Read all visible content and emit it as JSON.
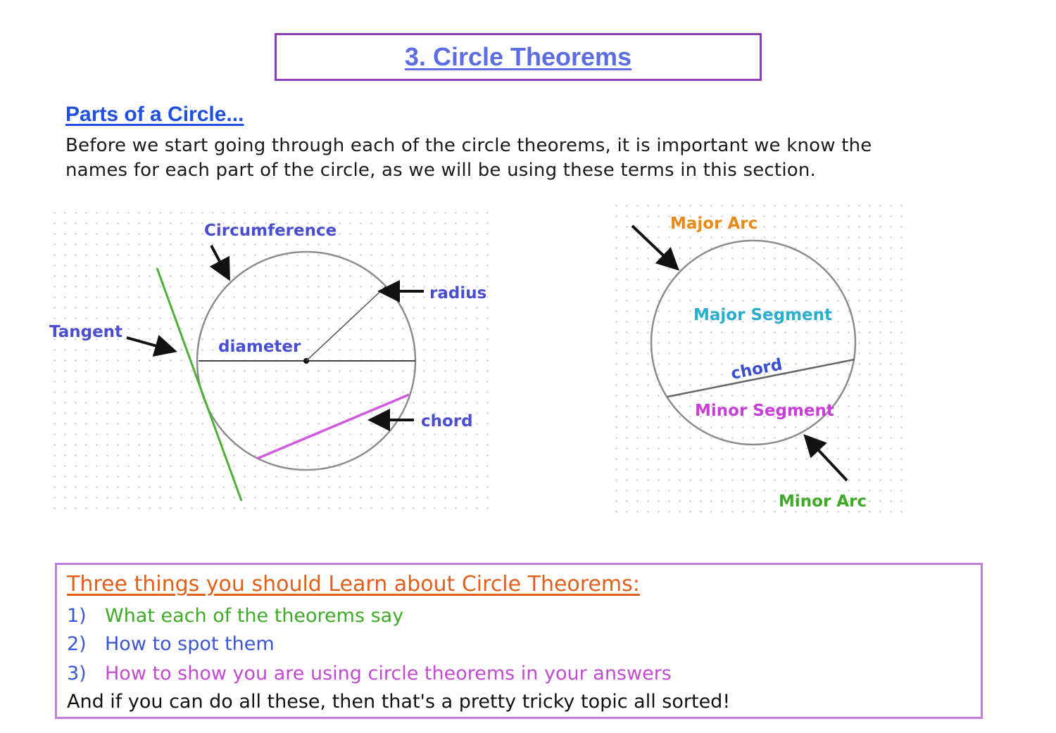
{
  "title": "3. Circle Theorems",
  "section_heading": "Parts of a Circle...",
  "intro_lines": [
    "Before we start going through each of the circle theorems, it is important we know the",
    "names for each part of the circle, as we will be using these terms in this section."
  ],
  "diagram_left": {
    "labels": {
      "circumference": "Circumference",
      "radius": "radius",
      "tangent": "Tangent",
      "diameter": "diameter",
      "chord": "chord"
    }
  },
  "diagram_right": {
    "labels": {
      "major_arc": "Major Arc",
      "major_segment": "Major Segment",
      "chord": "chord",
      "minor_segment": "Minor Segment",
      "minor_arc": "Minor Arc"
    }
  },
  "info": {
    "heading": "Three things you should Learn about Circle Theorems:",
    "items": [
      {
        "num": "1)",
        "text": "What each of the theorems say"
      },
      {
        "num": "2)",
        "text": "How to spot them"
      },
      {
        "num": "3)",
        "text": "How to show you are using circle theorems in your answers"
      }
    ],
    "footer": "And if you can do all these, then that's a pretty tricky topic all sorted!"
  },
  "colors": {
    "title_border": "#8a3fb6",
    "title_text": "#5b6de0",
    "label_blue": "#4a4fd0",
    "tangent_green": "#4caf38",
    "chord_pink": "#d05ae0",
    "major_arc_orange": "#e88a1a",
    "major_segment_cyan": "#2aaed0",
    "minor_segment_magenta": "#c83ed6",
    "minor_arc_green": "#3faa28",
    "info_heading_orange": "#e0601c",
    "info_border": "#c07ee0"
  }
}
